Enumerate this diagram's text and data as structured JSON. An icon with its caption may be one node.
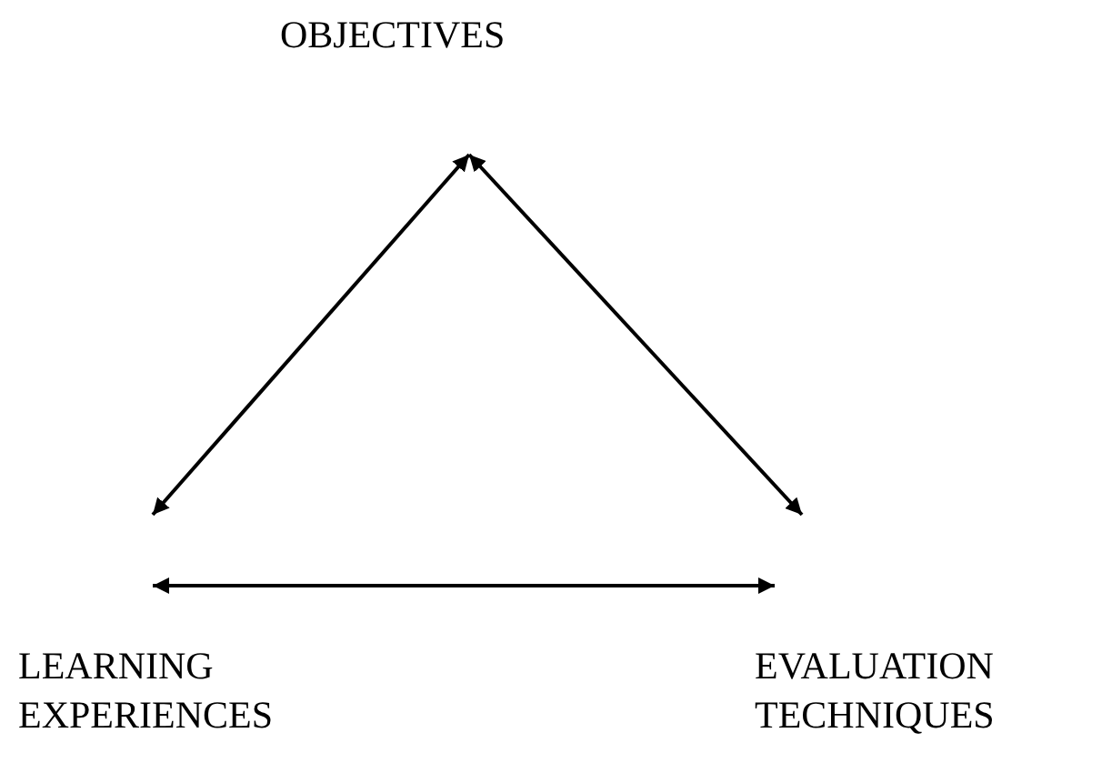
{
  "diagram": {
    "nodes": [
      {
        "text": [
          "OBJECTIVES"
        ]
      },
      {
        "text": [
          "LEARNING EXPERIENCES"
        ]
      },
      {
        "text": [
          "EVALUATION TECHNIQUES"
        ]
      }
    ],
    "edges": [
      {
        "from": 0,
        "to": 1,
        "arrow": "both"
      },
      {
        "from": 0,
        "to": 2,
        "arrow": "both"
      },
      {
        "from": 1,
        "to": 2,
        "arrow": "both"
      }
    ]
  }
}
